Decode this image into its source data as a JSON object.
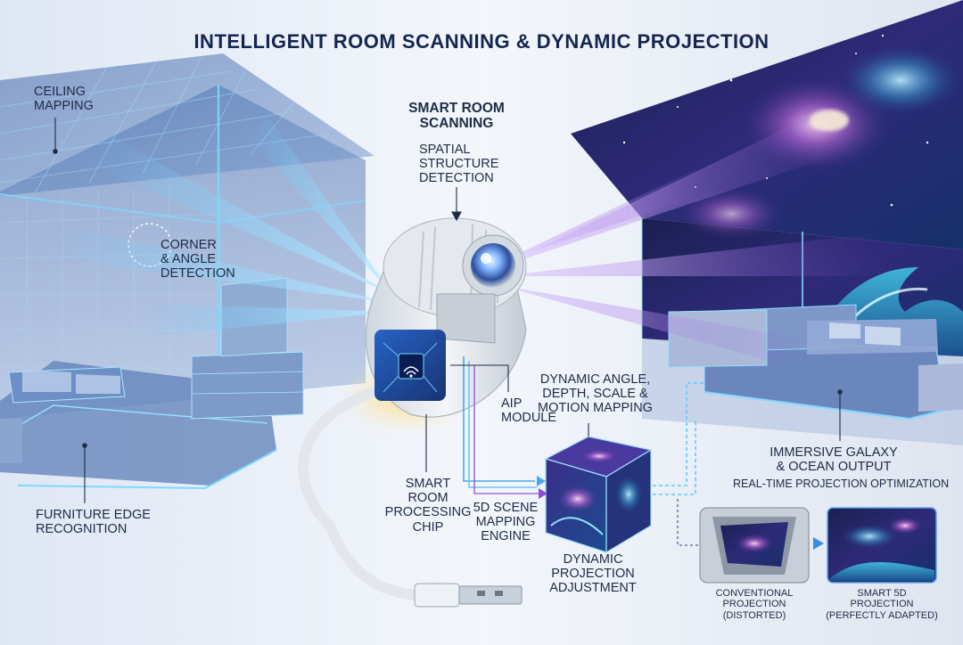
{
  "title": "INTELLIGENT ROOM SCANNING & DYNAMIC PROJECTION",
  "labels": {
    "ceiling_mapping": "CEILING\nMAPPING",
    "corner_angle": "CORNER\n& ANGLE\nDETECTION",
    "furniture_edge": "FURNITURE EDGE\nRECOGNITION",
    "smart_room_scanning": "SMART ROOM\nSCANNING",
    "spatial_structure": "SPATIAL\nSTRUCTURE\nDETECTION",
    "aip_module": "AIP\nMODULE",
    "smart_room_chip": "SMART\nROOM\nPROCESSING\nCHIP",
    "scene_engine": "5D SCENE\nMAPPING\nENGINE",
    "dynamic_mapping": "DYNAMIC ANGLE,\nDEPTH, SCALE &\nMOTION MAPPING",
    "dynamic_adjustment": "DYNAMIC\nPROJECTION\nADJUSTMENT",
    "immersive_output": "IMMERSIVE GALAXY\n& OCEAN OUTPUT",
    "realtime_optimization": "REAL-TIME PROJECTION OPTIMIZATION",
    "conventional": "CONVENTIONAL\nPROJECTION\n(DISTORTED)",
    "smart_5d": "SMART 5D\nPROJECTION\n(PERFECTLY ADAPTED)"
  },
  "colors": {
    "scan_blue": "#5fc8ff",
    "galaxy_purple": "#8a4fd8",
    "ocean_teal": "#2ec4d6",
    "ink": "#1f2b45",
    "title_ink": "#132550"
  },
  "icons": {
    "device": "projector-device-icon",
    "chip": "chip-wifi-icon",
    "cube": "scene-cube-icon",
    "usb": "usb-plug-icon",
    "arrow": "arrow-right-icon"
  }
}
